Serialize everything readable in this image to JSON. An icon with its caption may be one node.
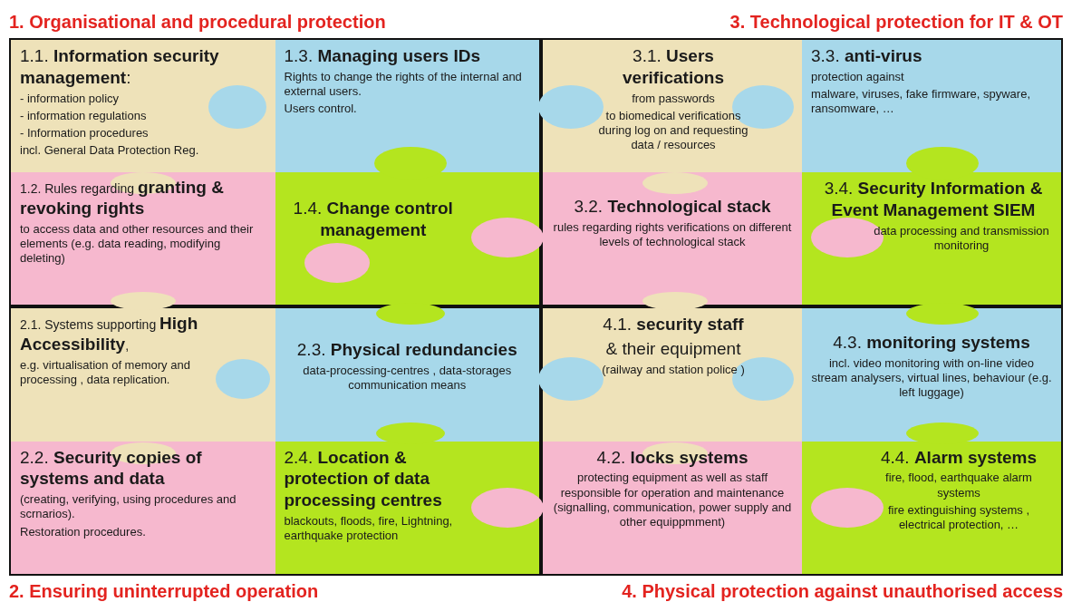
{
  "diagram": {
    "nodes": [
      {
        "text": [
          "1. Organisational and procedural protection"
        ]
      },
      {
        "text": [
          "1.1. **Information security management**:",
          "- information policy",
          "- information regulations",
          "- Information procedures",
          "incl. General Data Protection Reg."
        ],
        "in": 0
      },
      {
        "text": [
          "1.3. **Managing users IDs**",
          "Rights to change the rights of the internal and external users.",
          "Users control."
        ],
        "in": 0
      },
      {
        "text": [
          "1.2. Rules regarding **granting & revoking rights**",
          "to access data and other resources and their elements (e.g. data reading, modifying deleting)"
        ],
        "in": 0
      },
      {
        "text": [
          "1.4. **Change control management**"
        ],
        "in": 0
      },
      {
        "text": [
          "3. Technological protection for IT & OT"
        ]
      },
      {
        "text": [
          "3.1. **Users verifications**",
          "from passwords",
          "to biomedical verifications during log on and requesting data / resources"
        ],
        "in": 5
      },
      {
        "text": [
          "3.3. **anti-virus**",
          "protection against",
          "malware, viruses, fake firmware, spyware, ransomware, …"
        ],
        "in": 5
      },
      {
        "text": [
          "3.2. **Technological stack**",
          "rules regarding rights verifications on different levels of technological stack"
        ],
        "in": 5
      },
      {
        "text": [
          "3.4. **Security Information & Event Management SIEM**",
          "data processing and transmission monitoring"
        ],
        "in": 5
      },
      {
        "text": [
          "2. Ensuring uninterrupted operation"
        ]
      },
      {
        "text": [
          "2.1. Systems supporting **High Accessibility**,",
          "e.g. virtualisation of memory and processing , data replication."
        ],
        "in": 10
      },
      {
        "text": [
          "2.3. **Physical redundancies**",
          "data-processing-centres , data-storages communication means"
        ],
        "in": 10
      },
      {
        "text": [
          "2.2. **Security copies of systems and data**",
          "(creating, verifying, using procedures and scrnarios).",
          "Restoration procedures."
        ],
        "in": 10
      },
      {
        "text": [
          "2.4. **Location & protection of data processing centres**",
          "blackouts, floods, fire, Lightning, earthquake protection"
        ],
        "in": 10
      },
      {
        "text": [
          "4. Physical protection against unauthorised access"
        ]
      },
      {
        "text": [
          "4.1. **security staff**",
          "& their equipment",
          "(railway and station police )"
        ],
        "in": 15
      },
      {
        "text": [
          "4.3. **monitoring systems**",
          "incl. video monitoring with on-line video stream analysers, virtual lines, behaviour (e.g. left luggage)"
        ],
        "in": 15
      },
      {
        "text": [
          "4.2. **locks systems**",
          "protecting equipment as well as staff responsible for operation and maintenance (signalling, communication, power supply and other equippmment)"
        ],
        "in": 15
      },
      {
        "text": [
          "4.4. **Alarm systems**",
          "fire, flood, earthquake alarm systems",
          "fire extinguishing systems , electrical protection, …"
        ],
        "in": 15
      }
    ]
  }
}
